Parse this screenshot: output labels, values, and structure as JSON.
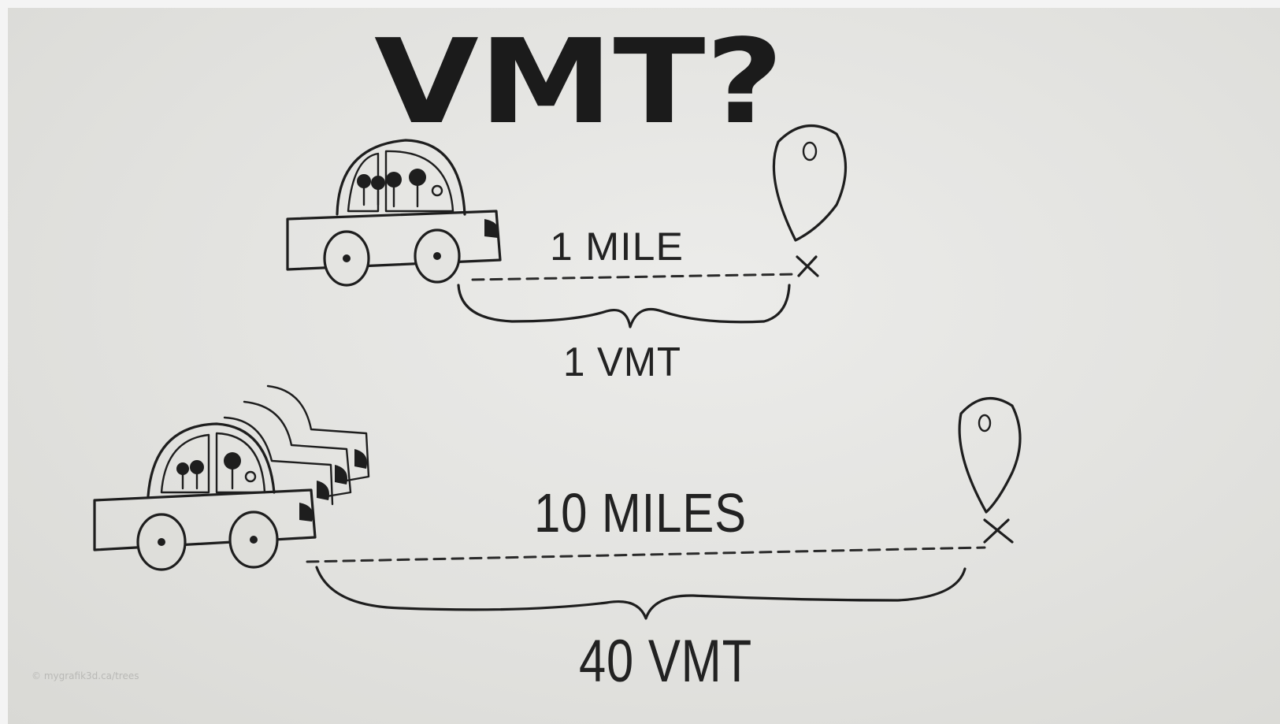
{
  "title": "VMT?",
  "top_example": {
    "distance_label": "1 MILE",
    "result_label": "1 VMT"
  },
  "bottom_example": {
    "distance_label": "10 MILES",
    "result_label": "40 VMT"
  },
  "credit": "© mygrafik3d.ca/trees",
  "colors": {
    "ink": "#1e1e1e",
    "paper": "#e6e6e3"
  }
}
